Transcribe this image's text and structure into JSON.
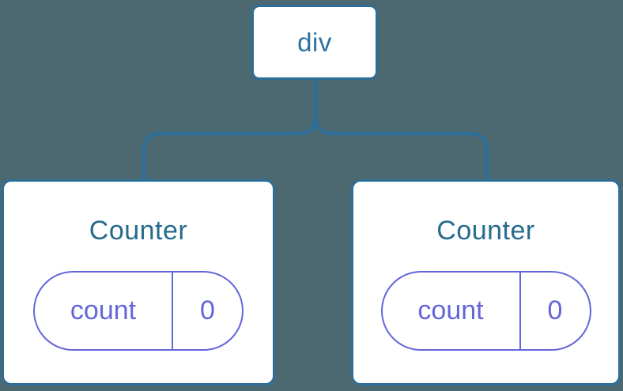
{
  "diagram": {
    "description": "Component tree: a div root element with two Counter component children, each holding a count state of 0",
    "colors": {
      "background": "#4c6972",
      "node_fill": "#ffffff",
      "node_border_blue": "#2d6e98",
      "connector_blue": "#2d6e98",
      "root_label_blue": "#2f72a2",
      "counter_title_blue": "#266b8d",
      "state_purple": "#6466d9"
    },
    "root": {
      "label": "div"
    },
    "children": [
      {
        "title": "Counter",
        "state": {
          "key": "count",
          "value": "0"
        }
      },
      {
        "title": "Counter",
        "state": {
          "key": "count",
          "value": "0"
        }
      }
    ]
  }
}
